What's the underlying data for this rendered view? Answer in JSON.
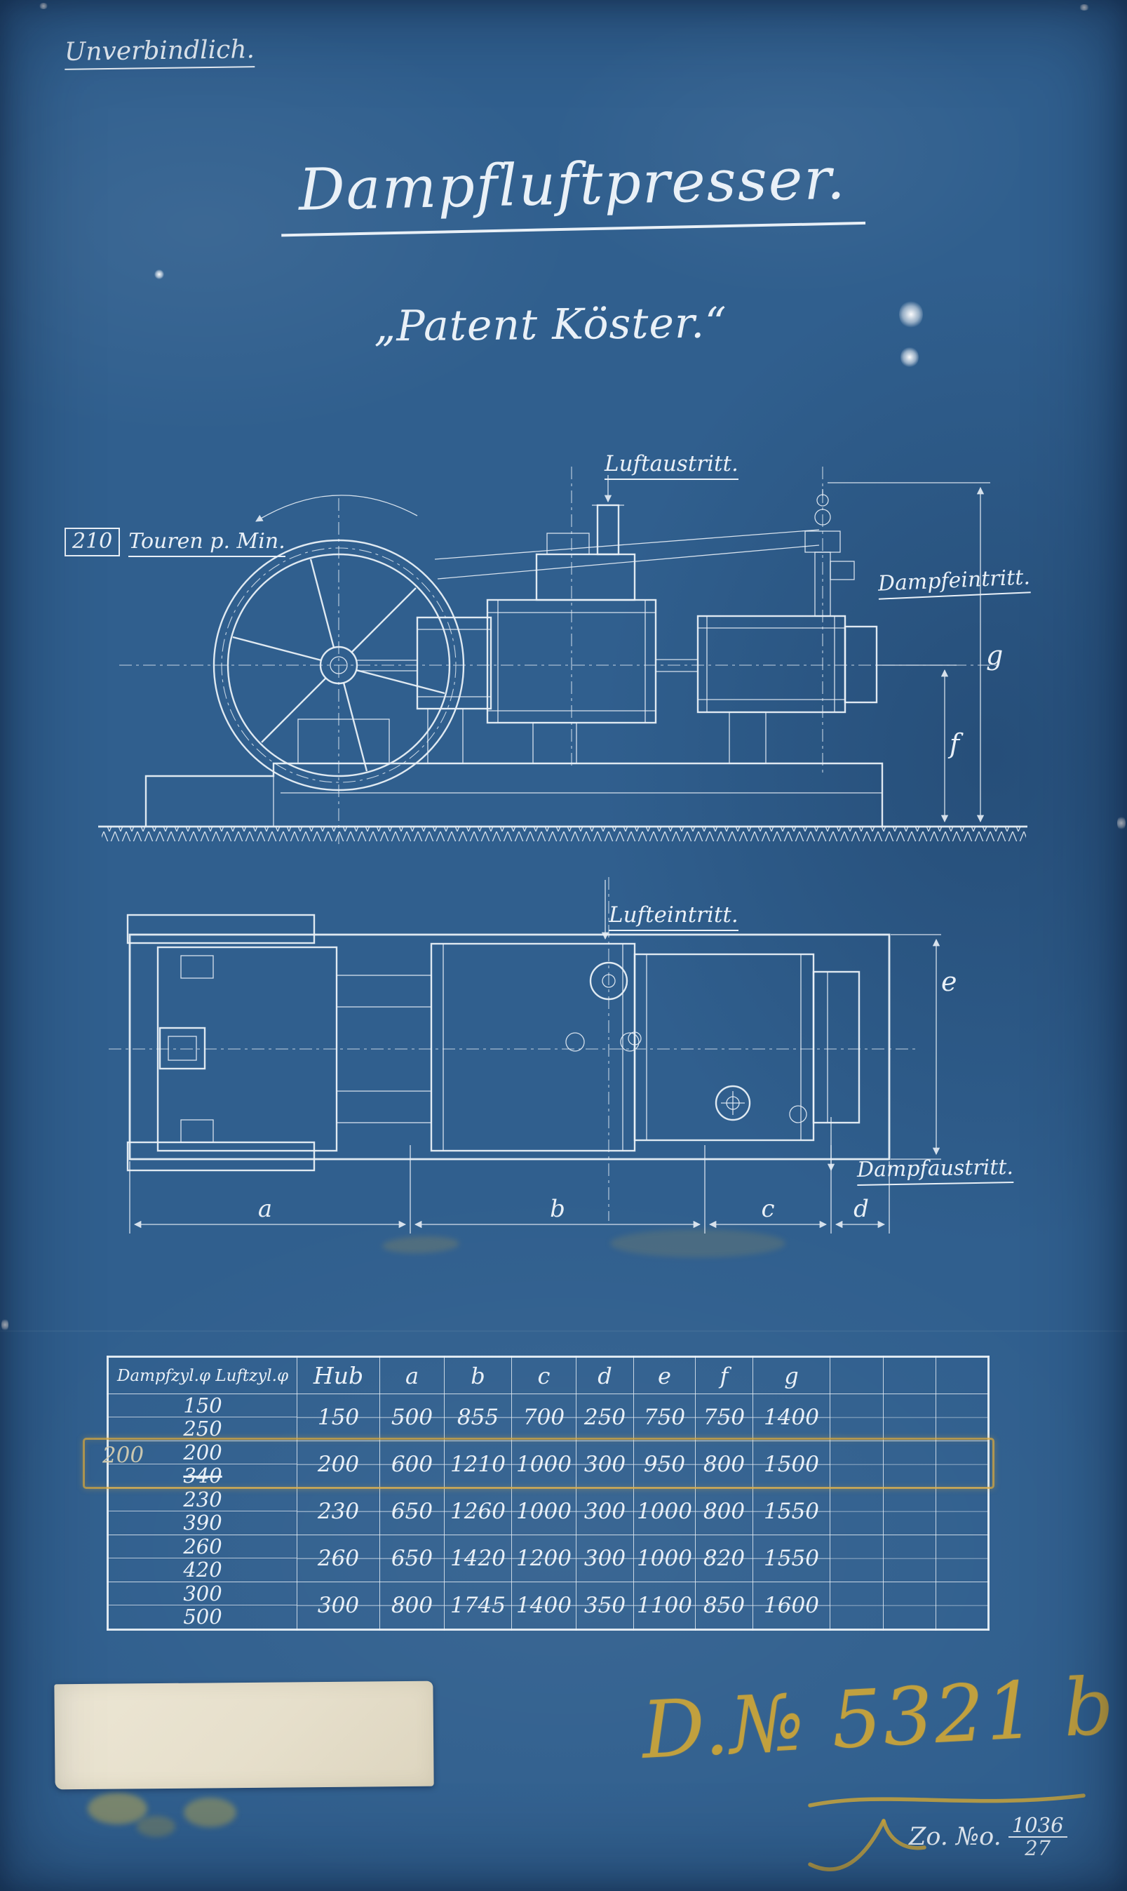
{
  "page": {
    "note": "Unverbindlich.",
    "title": "Dampfluftpresser.",
    "subtitle": "„Patent Köster.“"
  },
  "side_view": {
    "air_outlet": "Luftaustritt.",
    "rpm_value": "210",
    "rpm_label": "Touren p. Min.",
    "steam_inlet": "Dampfeintritt.",
    "dim_f": "f",
    "dim_g": "g"
  },
  "plan_view": {
    "air_inlet": "Lufteintritt.",
    "steam_outlet": "Dampfaustritt.",
    "dim_a": "a",
    "dim_b": "b",
    "dim_c": "c",
    "dim_d": "d",
    "dim_e": "e"
  },
  "table": {
    "headers": [
      "Dampfzyl.φ  Luftzyl.φ",
      "Hub",
      "a",
      "b",
      "c",
      "d",
      "e",
      "f",
      "g",
      "",
      "",
      ""
    ],
    "rows": [
      {
        "dampfzyl": "150",
        "luftzyl": "250",
        "hub": "150",
        "a": "500",
        "b": "855",
        "c": "700",
        "d": "250",
        "e": "750",
        "f": "750",
        "g": "1400"
      },
      {
        "dampfzyl": "200",
        "luftzyl": "340",
        "luftzyl_struck": true,
        "highlighted": true,
        "hub": "200",
        "a": "600",
        "b": "1210",
        "c": "1000",
        "d": "300",
        "e": "950",
        "f": "800",
        "g": "1500"
      },
      {
        "dampfzyl": "230",
        "luftzyl": "390",
        "hub": "230",
        "a": "650",
        "b": "1260",
        "c": "1000",
        "d": "300",
        "e": "1000",
        "f": "800",
        "g": "1550"
      },
      {
        "dampfzyl": "260",
        "luftzyl": "420",
        "hub": "260",
        "a": "650",
        "b": "1420",
        "c": "1200",
        "d": "300",
        "e": "1000",
        "f": "820",
        "g": "1550"
      },
      {
        "dampfzyl": "300",
        "luftzyl": "500",
        "hub": "300",
        "a": "800",
        "b": "1745",
        "c": "1400",
        "d": "350",
        "e": "1100",
        "f": "850",
        "g": "1600"
      }
    ]
  },
  "annotations": {
    "pencil_row_note": "200",
    "drawing_number": "D.№ 5321 b",
    "ref_label": "Zo. №o.",
    "ref_numerator": "1036",
    "ref_denominator": "27"
  },
  "colors": {
    "paper": "#305f8e",
    "ink": "#e9f0f7",
    "highlight": "#d9a83c",
    "pencil": "#c7a23b"
  }
}
